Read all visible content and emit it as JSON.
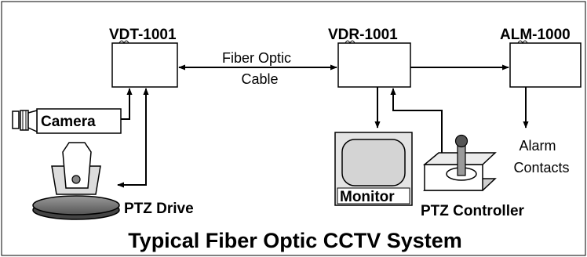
{
  "title": "Typical Fiber Optic CCTV System",
  "devices": {
    "vdt": "VDT-1001",
    "vdr": "VDR-1001",
    "alm": "ALM-1000"
  },
  "links": {
    "fiber_line1": "Fiber Optic",
    "fiber_line2": "Cable"
  },
  "components": {
    "camera": "Camera",
    "ptz_drive": "PTZ Drive",
    "monitor": "Monitor",
    "ptz_controller": "PTZ Controller",
    "alarm_line1": "Alarm",
    "alarm_line2": "Contacts"
  }
}
